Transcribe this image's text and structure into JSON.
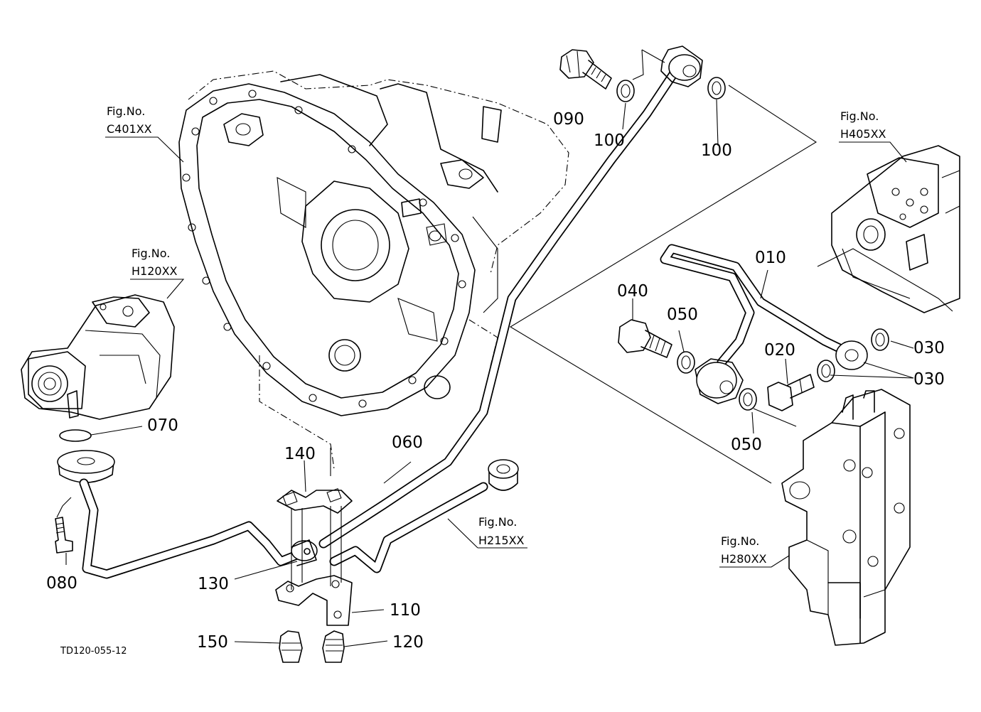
{
  "drawing_ref": "TD120-055-12",
  "part_numbers": {
    "p010": "010",
    "p020": "020",
    "p030a": "030",
    "p030b": "030",
    "p040": "040",
    "p050a": "050",
    "p050b": "050",
    "p060": "060",
    "p070": "070",
    "p080": "080",
    "p090": "090",
    "p100a": "100",
    "p100b": "100",
    "p110": "110",
    "p120": "120",
    "p130": "130",
    "p140": "140",
    "p150": "150"
  },
  "figure_refs": {
    "c401": {
      "label": "Fig.No.",
      "code": "C401XX"
    },
    "h120": {
      "label": "Fig.No.",
      "code": "H120XX"
    },
    "h405": {
      "label": "Fig.No.",
      "code": "H405XX"
    },
    "h215": {
      "label": "Fig.No.",
      "code": "H215XX"
    },
    "h280": {
      "label": "Fig.No.",
      "code": "H280XX"
    }
  }
}
